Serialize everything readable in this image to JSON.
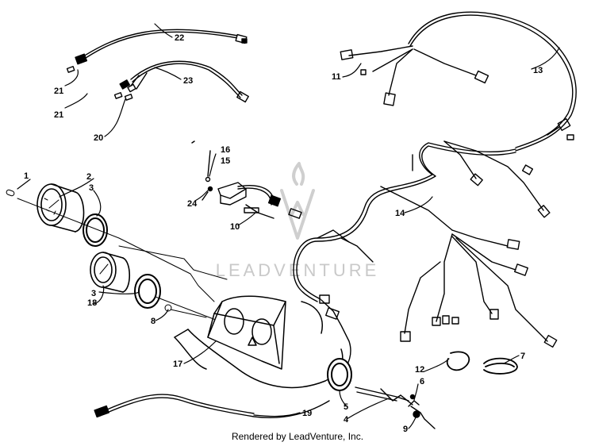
{
  "diagram": {
    "watermark": "LEADVENTURE",
    "credit": "Rendered by LeadVenture, Inc.",
    "callouts": [
      "1",
      "2",
      "3",
      "3",
      "4",
      "5",
      "6",
      "7",
      "8",
      "9",
      "10",
      "11",
      "12",
      "13",
      "14",
      "15",
      "16",
      "17",
      "18",
      "19",
      "20",
      "21",
      "21",
      "22",
      "23",
      "24"
    ]
  }
}
